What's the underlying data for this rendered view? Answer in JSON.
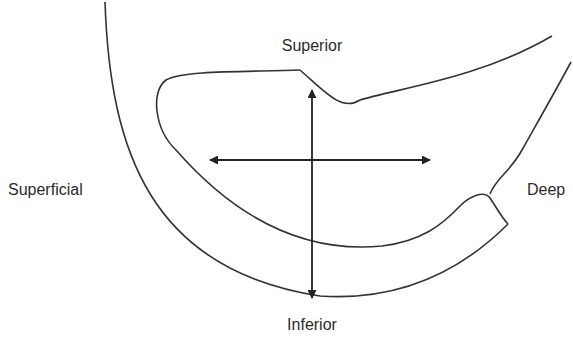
{
  "diagram": {
    "labels": [
      "Superior",
      "Superficial",
      "Deep",
      "Inferior"
    ]
  }
}
